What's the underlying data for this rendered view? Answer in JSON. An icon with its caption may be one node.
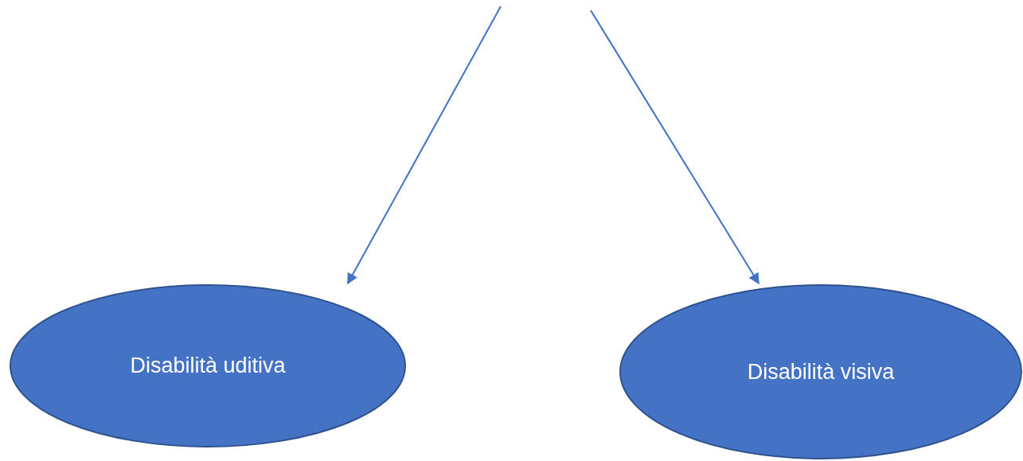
{
  "diagram": {
    "nodes": [
      {
        "text": [
          "Disabilità uditiva"
        ]
      },
      {
        "text": [
          "Disabilità visiva"
        ]
      }
    ],
    "edges": [
      {
        "from": null,
        "to": 0,
        "arrow": "to"
      },
      {
        "from": null,
        "to": 1,
        "arrow": "to"
      }
    ]
  }
}
